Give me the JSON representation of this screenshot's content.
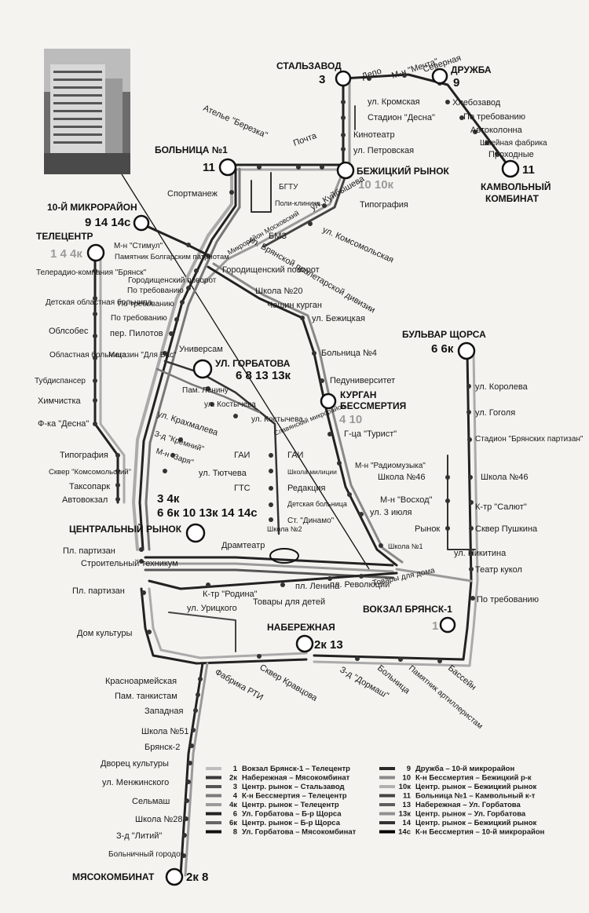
{
  "terminals": {
    "stalzavod": "СТАЛЬЗАВОД",
    "druzhba": "ДРУЖБА",
    "bolnitsa1": "БОЛЬНИЦА №1",
    "bezhitsky_rynok": "БЕЖИЦКИЙ РЫНОК",
    "mikroraion10": "10-Й МИКРОРАЙОН",
    "telecentr": "ТЕЛЕЦЕНТР",
    "ul_gorbatova": "УЛ. ГОРБАТОВА",
    "kurgan_1": "КУРГАН",
    "kurgan_2": "БЕССМЕРТИЯ",
    "bulvar_shchorsa": "БУЛЬВАР ЩОРСА",
    "kamvolny_1": "КАМВОЛЬНЫЙ",
    "kamvolny_2": "КОМБИНАТ",
    "centralny_rynok": "ЦЕНТРАЛЬНЫЙ РЫНОК",
    "naberezhnaya": "НАБЕРЕЖНАЯ",
    "vokzal": "ВОКЗАЛ БРЯНСК-1",
    "myasokombinat": "МЯСОКОМБИНАТ"
  },
  "route_numbers": {
    "stalzavod": "3",
    "druzhba": "9",
    "bolnitsa1": "11",
    "bezhitsky_rynok": "10 10к",
    "mikroraion10": "9 14 14с",
    "telecentr": "1 4 4к",
    "ul_gorbatova": "6 8 13 13к",
    "kurgan": "4 10",
    "bulvar_shchorsa": "6 6к",
    "kamvolny": "11",
    "centralny_rynok_a": "3 4к",
    "centralny_rynok_b": "6 6к 10 13к 14 14с",
    "naberezhnaya": "2к 13",
    "vokzal": "1",
    "myasokombinat": "2к 8"
  },
  "stops": {
    "depo": "Депо",
    "mn_mechta": "М-н \"Мечта\"",
    "severnaya": "Северная",
    "khlebozavod": "Хлебозавод",
    "po_treb1": "По требованию",
    "avtokolonna": "Автоколонна",
    "shveinaya": "Швейная фабрика",
    "prokhodnye": "Проходные",
    "ul_kromskaya": "ул. Кромская",
    "stadion_desna": "Стадион \"Десна\"",
    "kinoteatr": "Кинотеатр",
    "ul_petrovskaya": "ул. Петровская",
    "atelie": "Ателье \"Березка\"",
    "pochta": "Почта",
    "bgtu": "БГТУ",
    "poliklinika": "Поли-клиника",
    "sportmanezh": "Спортманеж",
    "tipografiya1": "Типография",
    "ul_kuibysheva": "ул. Куйбышева",
    "ul_komsomolskaya": "ул. Комсомольская",
    "bmz": "БМЗ",
    "ul_bryanskoi": "ул. Брянской пролетарской дивизии",
    "mikr_moskovsky": "Микрорайон Московский",
    "mn_stimul": "М-н \"Стимул\"",
    "pamyatnik_bolg": "Памятник Болгарским патриотам",
    "gorod_povorot1": "Городищенский поворот",
    "gorod_povorot2": "Городищенский поворот",
    "po_treb2": "По требованию",
    "po_treb3": "По требованию",
    "po_treb4": "По требованию",
    "per_pilotov": "пер. Пилотов",
    "magazin": "Магазин \"Для Вас\"",
    "universam": "Универсам",
    "shkola20": "Школа №20",
    "chashin": "Чашин курган",
    "ul_bezhitskaya": "ул. Бежицкая",
    "bolnitsa4": "Больница №4",
    "peduniver": "Педуниверситет",
    "teleradio": "Телерадио-компания \"Брянск\"",
    "detskaya_obl": "Детская областная больница",
    "oblsobes": "Облсобес",
    "oblastnaya": "Областная больница",
    "tubdispanser": "Тубдиспансер",
    "khimchistka": "Химчистка",
    "fka_desna": "Ф-ка \"Десна\"",
    "tipografiya2": "Типография",
    "skver_koms": "Сквер \"Комсомольский\"",
    "taksopark": "Таксопарк",
    "avtovokzal": "Автовокзал",
    "pam_lenina": "Пам. Ленину",
    "ul_kostycheva1": "ул. Костычева",
    "ul_kostycheva2": "ул. Костычева",
    "ul_krakhmaleva": "ул. Крахмалева",
    "slavyansky": "Славянский микрорайон",
    "zd_kremny": "З-д \"Кремний\"",
    "mn_zarya": "М-н \"Заря\"",
    "ul_tyutcheva": "ул. Тютчева",
    "gai1": "ГАИ",
    "gai2": "ГАИ",
    "shkola_milicii": "Школа милиции",
    "gts": "ГТС",
    "redakciya": "Редакция",
    "detskaya_boln": "Детская больница",
    "st_dinamo": "Ст. \"Динамо\"",
    "shkola2": "Школа №2",
    "gts_turist": "Г-ца \"Турист\"",
    "mn_radiomuzyka": "М-н \"Радиомузыка\"",
    "ul_3_iyulya": "ул. 3 июля",
    "shkola1": "Школа №1",
    "ul_koroleva": "ул. Королева",
    "ul_gogolya": "ул. Гоголя",
    "stadion_bp": "Стадион \"Брянских партизан\"",
    "shkola46a": "Школа №46",
    "shkola46b": "Школа №46",
    "mn_voskhod": "М-н \"Восход\"",
    "ktr_salyut": "К-тр \"Салют\"",
    "rynok": "Рынок",
    "skver_pushkina": "Сквер Пушкина",
    "ul_nikitina": "ул. Никитина",
    "teatr_kukol": "Театр кукол",
    "po_treb5": "По требованию",
    "pl_partizan1": "Пл. партизан",
    "pl_partizan2": "Пл. партизан",
    "stroit_tekh": "Строительный техникум",
    "dramteatr": "Драмтеатр",
    "ktr_rodina": "К-тр \"Родина\"",
    "tovary_dlya_detei": "Товары для детей",
    "pl_lenina": "пл. Ленина",
    "pl_revolyucii": "пл. Революции",
    "tovary_dlya_doma": "Товары для дома",
    "ul_uritskogo": "ул. Урицкого",
    "dom_kultury": "Дом культуры",
    "krasnoarmeiskaya": "Красноармейская",
    "pam_tankistam": "Пам. танкистам",
    "zapadnaya": "Западная",
    "shkola51": "Школа №51",
    "bryansk2": "Брянск-2",
    "dvorets": "Дворец культуры",
    "ul_menzhinskogo": "ул. Менжинского",
    "selmash": "Сельмаш",
    "shkola28": "Школа №28",
    "zd_lity": "З-д \"Литий\"",
    "bolnichny": "Больничный городок",
    "fabrika_rti": "Фабрика РТИ",
    "skver_kravtsova": "Сквер Кравцова",
    "zd_dormash": "З-д \"Дормаш\"",
    "bolnitsa": "Больница",
    "pamyatnik_art": "Памятник артиллеристам",
    "bassein": "Бассейн"
  },
  "legend": [
    {
      "num": "1",
      "text": "Вокзал Брянск-1 – Телецентр",
      "color": "#bdbdbd"
    },
    {
      "num": "2к",
      "text": "Набережная – Мясокомбинат",
      "color": "#3a3a3a"
    },
    {
      "num": "3",
      "text": "Центр. рынок – Стальзавод",
      "color": "#555555"
    },
    {
      "num": "4",
      "text": "К-н Бессмертия – Телецентр",
      "color": "#7a7a7a"
    },
    {
      "num": "4к",
      "text": "Центр. рынок – Телецентр",
      "color": "#9a9a9a"
    },
    {
      "num": "6",
      "text": "Ул. Горбатова – Б-р Щорса",
      "color": "#222222"
    },
    {
      "num": "6к",
      "text": "Центр. рынок – Б-р Щорса",
      "color": "#666666"
    },
    {
      "num": "8",
      "text": "Ул. Горбатова – Мясокомбинат",
      "color": "#111111"
    },
    {
      "num": "9",
      "text": "Дружба – 10-й микрорайон",
      "color": "#2a2a2a"
    },
    {
      "num": "10",
      "text": "К-н Бессмертия – Бежицкий р-к",
      "color": "#8a8a8a"
    },
    {
      "num": "10к",
      "text": "Центр. рынок – Бежицкий рынок",
      "color": "#b0b0b0"
    },
    {
      "num": "11",
      "text": "Больница №1 – Камвольный к-т",
      "color": "#444444"
    },
    {
      "num": "13",
      "text": "Набережная – Ул. Горбатова",
      "color": "#5e5e5e"
    },
    {
      "num": "13к",
      "text": "Центр. рынок – Ул. Горбатова",
      "color": "#909090"
    },
    {
      "num": "14",
      "text": "Центр. рынок – Бежицкий рынок",
      "color": "#333333"
    },
    {
      "num": "14с",
      "text": "К-н Бессмертия – 10-й микрорайон",
      "color": "#000000"
    }
  ]
}
